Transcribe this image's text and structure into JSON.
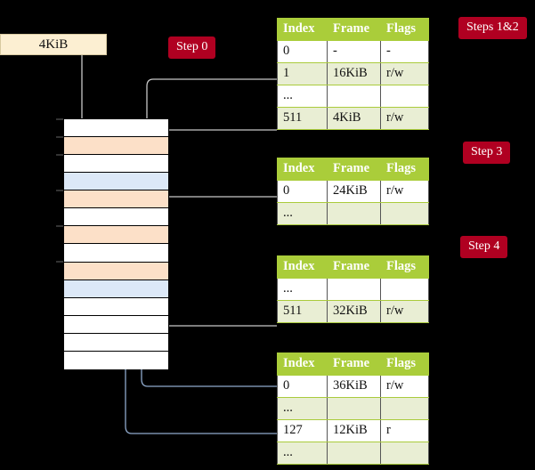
{
  "title": "Four-level page table walk diagram",
  "source_box": {
    "label": "4KiB"
  },
  "badges": {
    "step0": "Step 0",
    "steps12": "Steps 1&2",
    "step3": "Step 3",
    "step4": "Step 4"
  },
  "table_headers": {
    "index": "Index",
    "frame": "Frame",
    "flags": "Flags"
  },
  "tables": [
    {
      "name": "level-4-table",
      "rows": [
        {
          "index": "0",
          "frame": "-",
          "flags": "-",
          "alt": false,
          "highlight": false
        },
        {
          "index": "1",
          "frame": "16KiB",
          "flags": "r/w",
          "alt": true,
          "highlight": false
        },
        {
          "index": "...",
          "frame": "",
          "flags": "",
          "alt": false,
          "highlight": false
        },
        {
          "index": "511",
          "frame": "4KiB",
          "flags": "r/w",
          "alt": true,
          "highlight": true
        }
      ]
    },
    {
      "name": "level-3-table",
      "rows": [
        {
          "index": "0",
          "frame": "24KiB",
          "flags": "r/w",
          "alt": false,
          "highlight": false
        },
        {
          "index": "...",
          "frame": "",
          "flags": "",
          "alt": true,
          "highlight": false
        }
      ]
    },
    {
      "name": "level-2-table",
      "rows": [
        {
          "index": "...",
          "frame": "",
          "flags": "",
          "alt": false,
          "highlight": false
        },
        {
          "index": "511",
          "frame": "32KiB",
          "flags": "r/w",
          "alt": true,
          "highlight": false
        }
      ]
    },
    {
      "name": "level-1-table",
      "rows": [
        {
          "index": "0",
          "frame": "36KiB",
          "flags": "r/w",
          "alt": false,
          "highlight": false
        },
        {
          "index": "...",
          "frame": "",
          "flags": "",
          "alt": true,
          "highlight": false
        },
        {
          "index": "127",
          "frame": "12KiB",
          "flags": "r",
          "alt": false,
          "highlight": false
        },
        {
          "index": "...",
          "frame": "",
          "flags": "",
          "alt": true,
          "highlight": false
        }
      ]
    }
  ],
  "memory_column": {
    "name": "physical-memory-frames",
    "cells": [
      {
        "fill": "white"
      },
      {
        "fill": "orange"
      },
      {
        "fill": "white"
      },
      {
        "fill": "blue"
      },
      {
        "fill": "orange"
      },
      {
        "fill": "white"
      },
      {
        "fill": "orange"
      },
      {
        "fill": "white"
      },
      {
        "fill": "orange"
      },
      {
        "fill": "blue"
      },
      {
        "fill": "white"
      },
      {
        "fill": "white"
      },
      {
        "fill": "white"
      },
      {
        "fill": "white"
      }
    ]
  },
  "colors": {
    "badge": "#b00021",
    "table_header": "#aacd3a",
    "table_alt_row": "#e9eed4",
    "highlight": "#faf7a8",
    "frame_orange": "#fce0c8",
    "frame_blue": "#dce8f7",
    "source_box": "#fcefd2",
    "gray_connector": "#cccccc",
    "blue_connector": "#8fa9cc",
    "background": "#000000"
  }
}
